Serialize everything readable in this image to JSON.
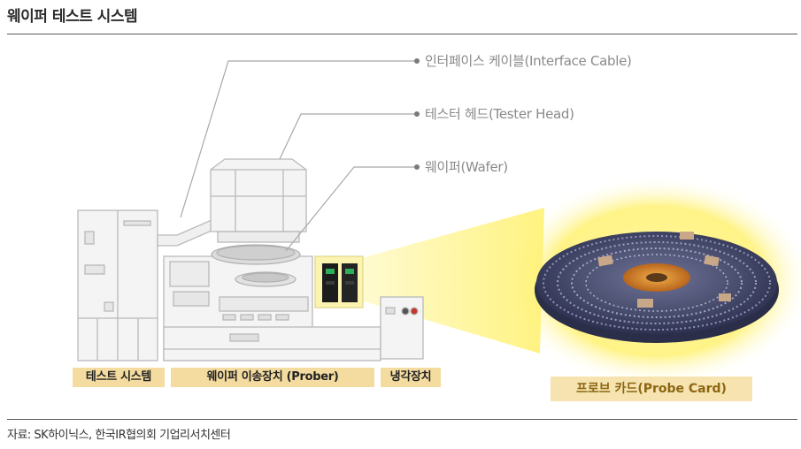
{
  "title": "웨이퍼 테스트 시스템",
  "callouts": {
    "interface_cable": "인터페이스 케이블(Interface Cable)",
    "tester_head": "테스터 헤드(Tester Head)",
    "wafer": "웨이퍼(Wafer)"
  },
  "labels": {
    "test_system": "테스트 시스템",
    "prober": "웨이퍼 이송장치 (Prober)",
    "cooler": "냉각장치",
    "probe_card": "프로브 카드(Probe Card)"
  },
  "source": "자료: SK하이닉스, 한국IR협의회 기업리서치센터",
  "colors": {
    "label_bg": "#f4dca0",
    "probe_label_text": "#8b6612",
    "glow": "#fff27a",
    "card": "#4a4f6e"
  }
}
